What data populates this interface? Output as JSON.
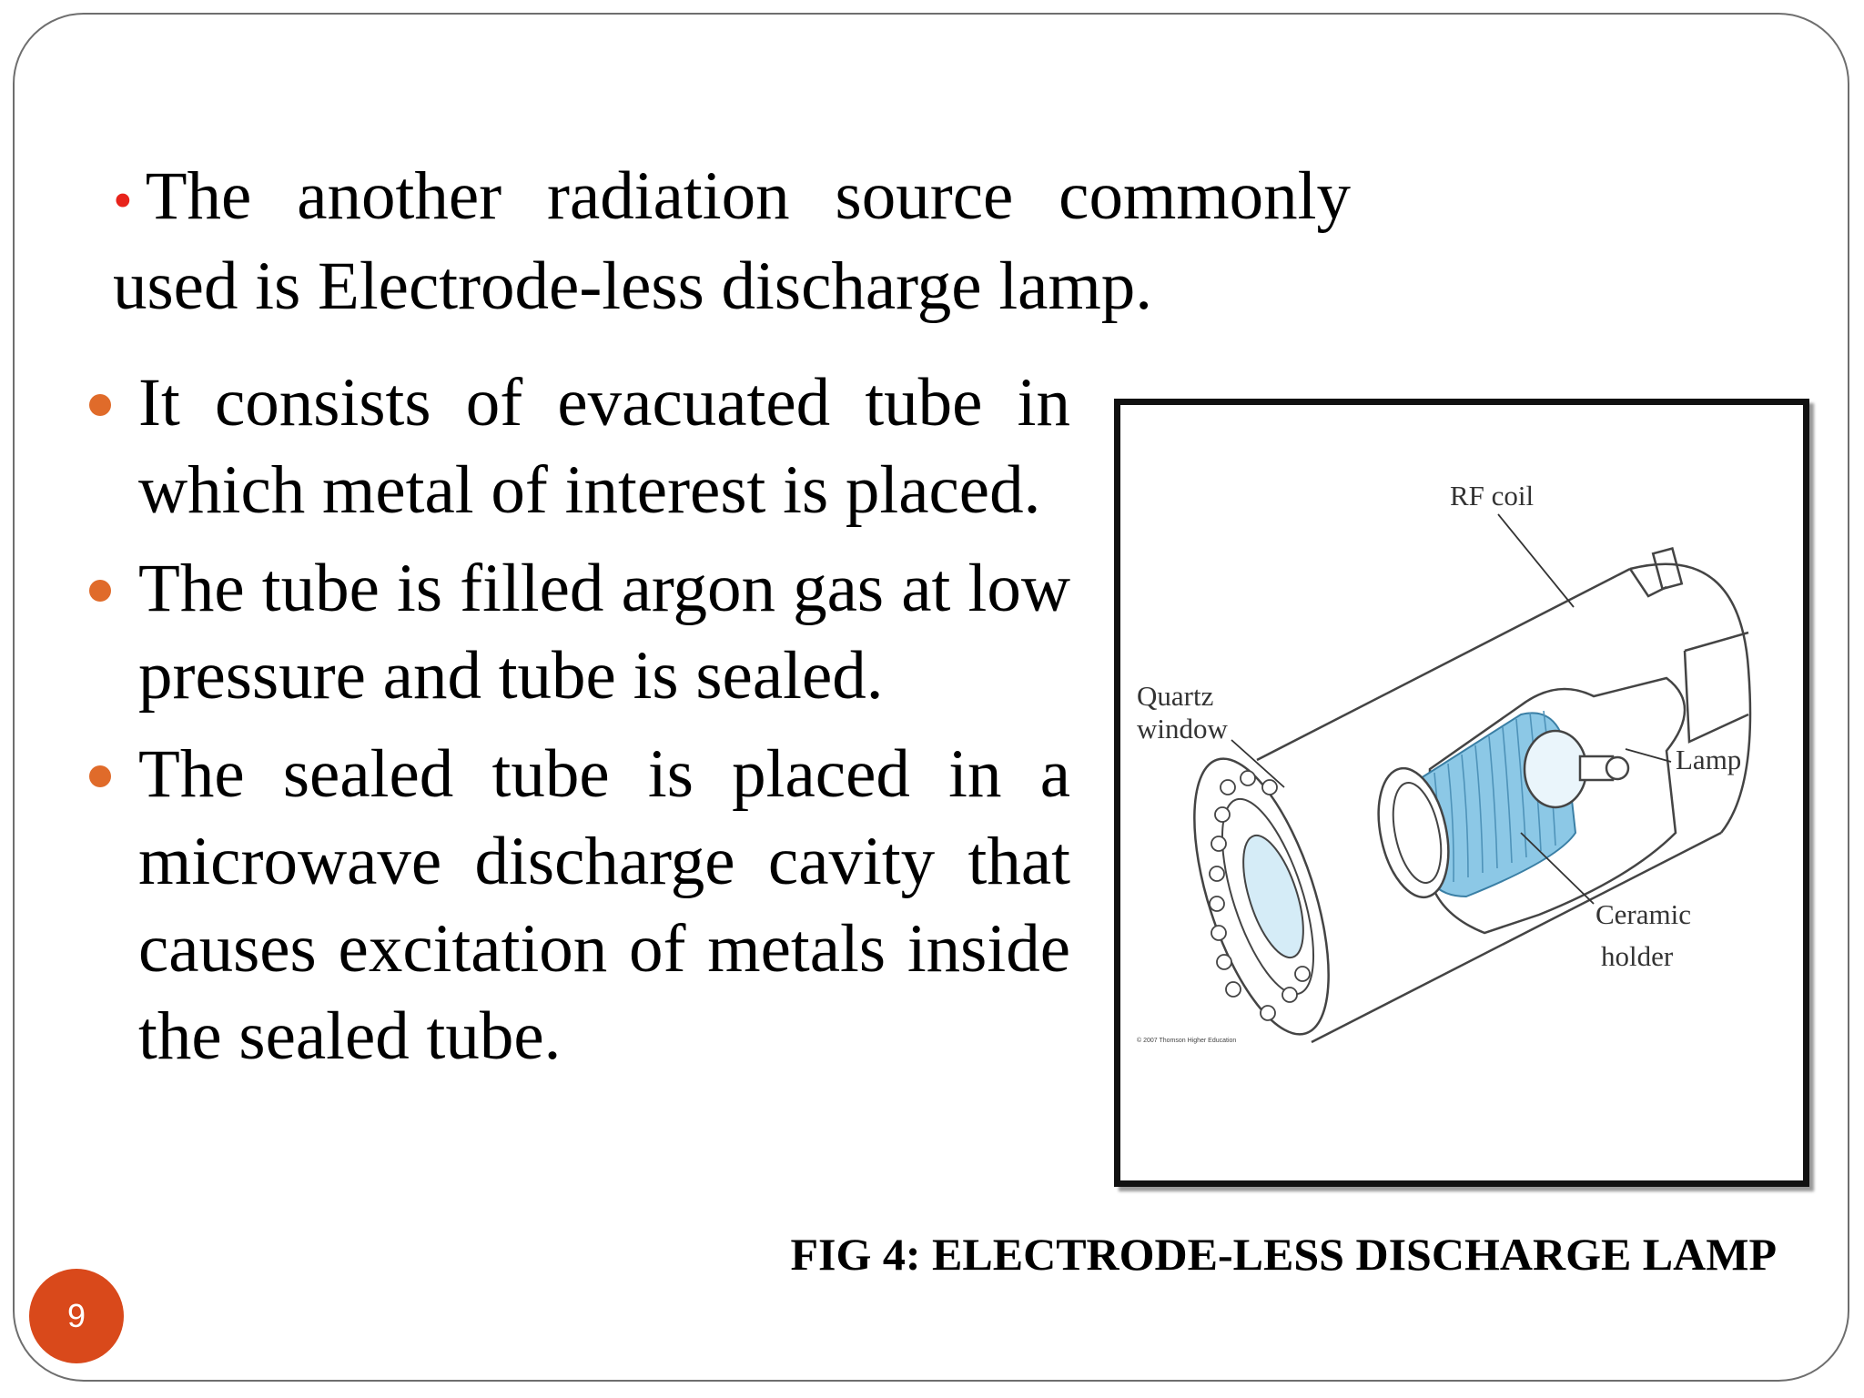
{
  "intro": {
    "text": "The another radiation source commonly used is Electrode-less discharge lamp."
  },
  "bullets": [
    "It consists of evacuated tube in which metal of interest is placed.",
    "The tube is filled argon gas at low pressure and tube is sealed.",
    "The sealed tube is placed in a microwave discharge cavity that causes excitation of metals inside the sealed tube."
  ],
  "figure": {
    "labels": {
      "rf_coil": "RF coil",
      "quartz": "Quartz",
      "window": "window",
      "lamp": "Lamp",
      "ceramic": "Ceramic",
      "holder": "holder"
    },
    "copyright": "© 2007 Thomson Higher Education",
    "caption": "FIG 4: ELECTRODE-LESS DISCHARGE LAMP",
    "coil_color": "#8cc8e6"
  },
  "page_number": "9"
}
